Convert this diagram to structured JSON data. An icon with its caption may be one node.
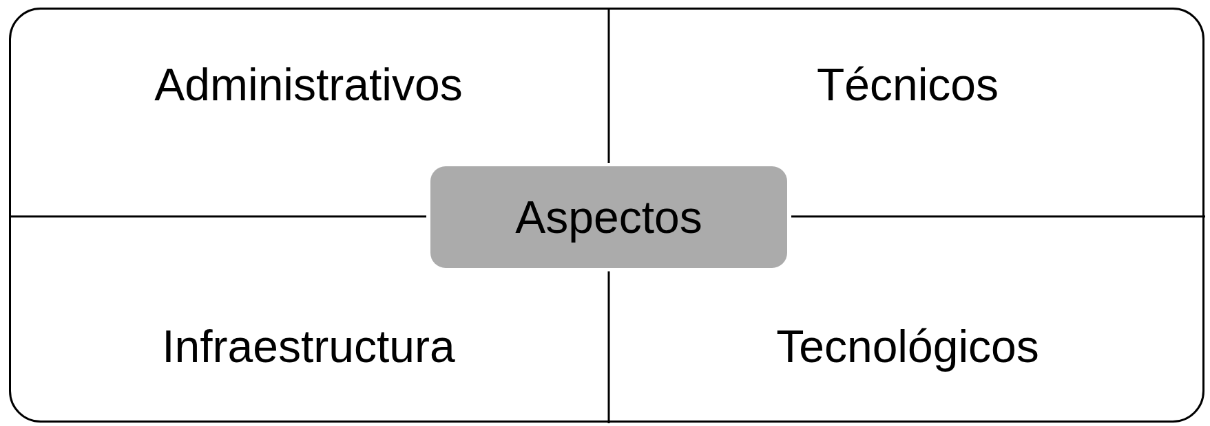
{
  "diagram": {
    "nodes": [
      {
        "text": [
          "Administrativos"
        ]
      },
      {
        "text": [
          "Técnicos"
        ]
      },
      {
        "text": [
          "Infraestructura"
        ]
      },
      {
        "text": [
          "Tecnológicos"
        ]
      },
      {
        "text": [
          "Aspectos"
        ]
      }
    ]
  }
}
